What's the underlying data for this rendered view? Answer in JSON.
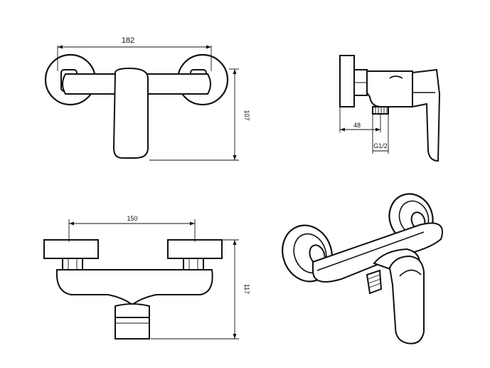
{
  "dimensions": {
    "front_width": "182",
    "front_height": "107",
    "side_depth": "48",
    "side_thread": "G1/2",
    "bottom_centers": "150",
    "bottom_height": "117"
  }
}
